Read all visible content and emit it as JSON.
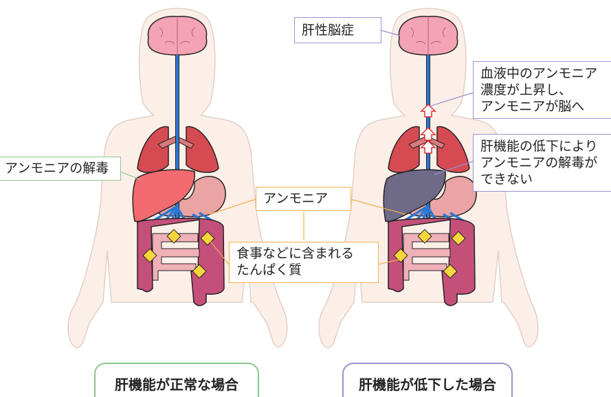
{
  "labels": {
    "detox": "アンモニアの解毒",
    "ammonia": "アンモニア",
    "protein": "食事などに含まれる\nたんぱく質",
    "encephalopathy": "肝性脳症",
    "blood_rise": "血液中のアンモニア\n濃度が上昇し、\nアンモニアが脳へ",
    "liver_failure": "肝機能の低下により\nアンモニアの解毒が\nできない"
  },
  "captions": {
    "normal": "肝機能が正常な場合",
    "reduced": "肝機能が低下した場合"
  },
  "colors": {
    "skin": "#fcefe8",
    "brain": "#f4a3b4",
    "vessel": "#2c78d4",
    "lung": "#d64b52",
    "liver_normal": "#f26b70",
    "liver_reduced": "#6f6a88",
    "stomach": "#eba4a4",
    "colon": "#c4507a",
    "ammonia_marker": "#f5d63c"
  }
}
